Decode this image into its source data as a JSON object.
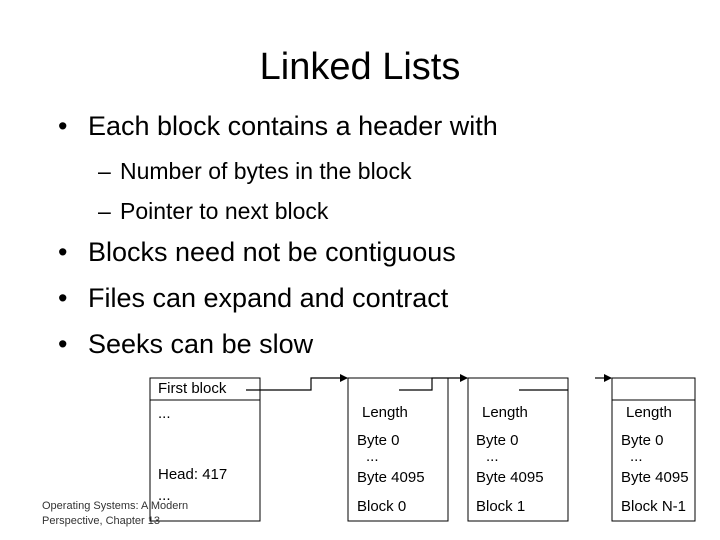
{
  "slide": {
    "title": "Linked Lists",
    "bullets": [
      "Each block contains a header with",
      "Blocks need not be contiguous",
      "Files can expand and contract",
      "Seeks can be slow"
    ],
    "sub_bullets": [
      "Number of bytes in the block",
      "Pointer to next block"
    ],
    "bullet_symbol": "•",
    "sub_bullet_symbol": "–"
  },
  "diagram": {
    "directory": {
      "first_block_label": "First block",
      "ellipsis_top": "...",
      "head_label": "Head: 417",
      "ellipsis_bottom": "..."
    },
    "blocks": [
      {
        "length": "Length",
        "byte_first": "Byte 0",
        "ellipsis": "...",
        "byte_last": "Byte 4095",
        "name": "Block 0"
      },
      {
        "length": "Length",
        "byte_first": "Byte 0",
        "ellipsis": "...",
        "byte_last": "Byte 4095",
        "name": "Block 1"
      },
      {
        "length": "Length",
        "byte_first": "Byte 0",
        "ellipsis": "...",
        "byte_last": "Byte 4095",
        "name": "Block N-1"
      }
    ]
  },
  "footer": {
    "citation": "Operating Systems: A Modern Perspective, Chapter 13"
  }
}
